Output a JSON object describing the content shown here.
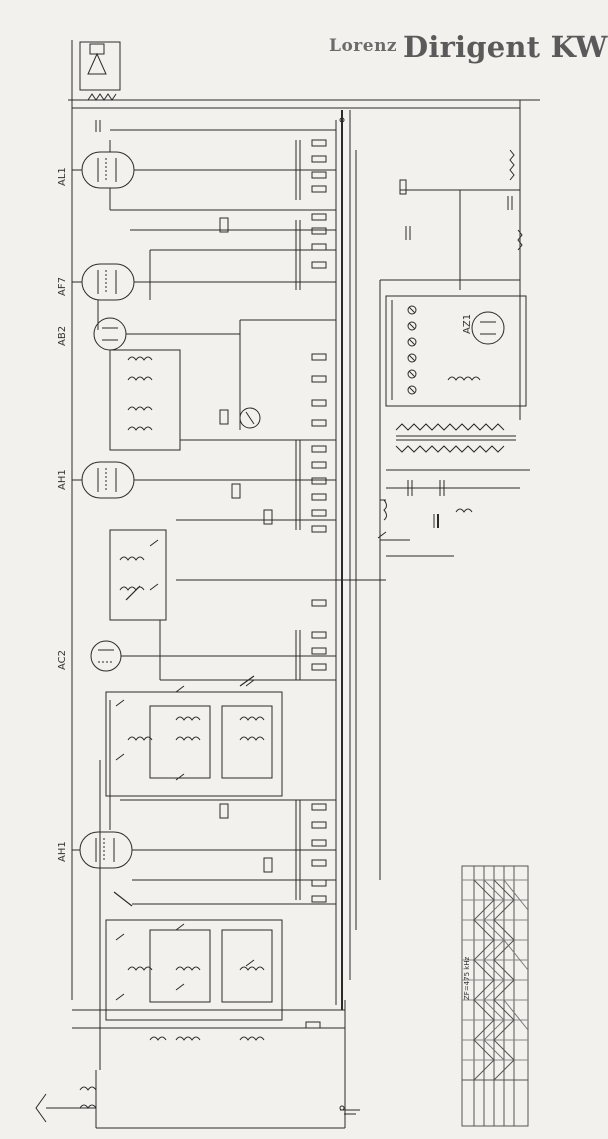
{
  "header": {
    "brand": "Lorenz",
    "model": "Dirigent KW"
  },
  "tubes": [
    {
      "id": "al1",
      "label": "AL1"
    },
    {
      "id": "af7",
      "label": "AF7"
    },
    {
      "id": "ab2",
      "label": "AB2"
    },
    {
      "id": "ah1-if",
      "label": "AH1"
    },
    {
      "id": "ac2",
      "label": "AC2"
    },
    {
      "id": "ah1-mix",
      "label": "AH1"
    },
    {
      "id": "az1",
      "label": "AZ1"
    }
  ],
  "if_frequency": "ZF=475 kHz",
  "colors": {
    "ink": "#2a2a2a",
    "paper": "#f2f1ed",
    "header": "#6b6b6b"
  }
}
